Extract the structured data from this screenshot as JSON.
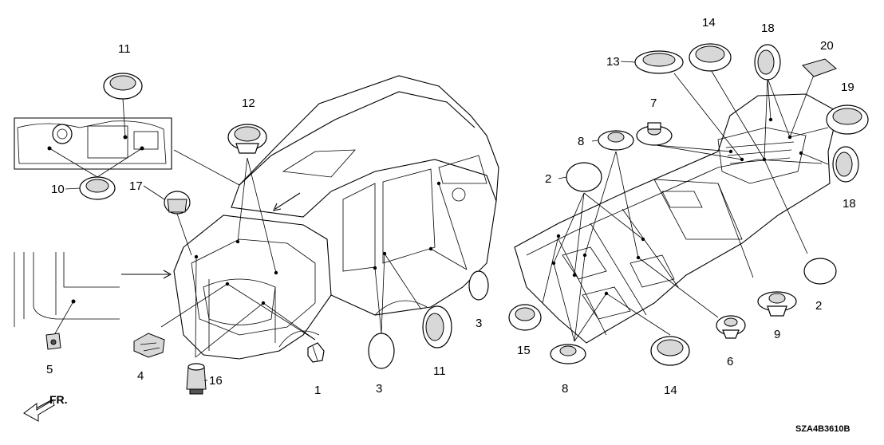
{
  "diagram": {
    "callouts": [
      "11",
      "12",
      "10",
      "17",
      "5",
      "4",
      "16",
      "1",
      "3",
      "11",
      "3",
      "13",
      "14",
      "18",
      "20",
      "19",
      "18",
      "7",
      "8",
      "2",
      "2",
      "9",
      "6",
      "14",
      "8",
      "15"
    ],
    "drawing_code": "SZA4B3610B",
    "direction_label": "FR."
  }
}
